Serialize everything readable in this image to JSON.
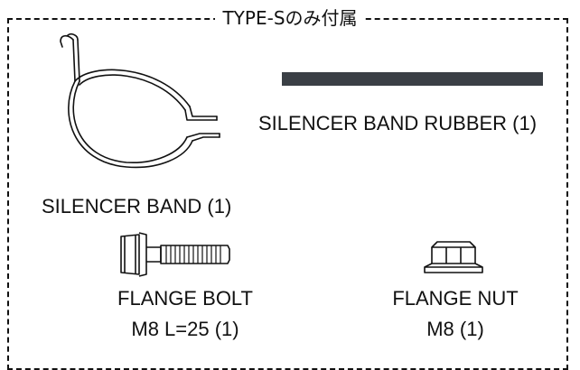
{
  "header": {
    "title": "TYPE-Sのみ付属"
  },
  "parts": [
    {
      "label": "SILENCER BAND (1)",
      "icon": "silencer-band-icon"
    },
    {
      "label": "SILENCER BAND RUBBER (1)",
      "icon": "rubber-strip-icon"
    },
    {
      "label_line1": "FLANGE BOLT",
      "label_line2": "M8 L=25 (1)",
      "icon": "flange-bolt-icon"
    },
    {
      "label_line1": "FLANGE NUT",
      "label_line2": "M8 (1)",
      "icon": "flange-nut-icon"
    }
  ],
  "colors": {
    "ink": "#111111",
    "rubber": "#3a3f45",
    "background": "#ffffff"
  }
}
